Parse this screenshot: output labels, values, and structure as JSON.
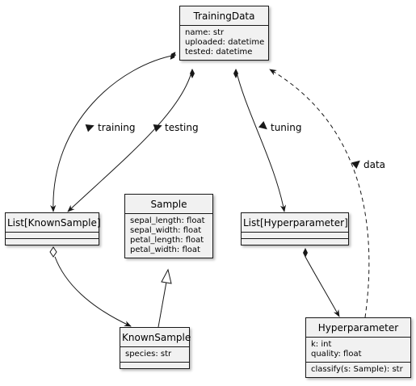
{
  "classes": {
    "training_data": {
      "name": "TrainingData",
      "attributes": [
        "name: str",
        "uploaded: datetime",
        "tested: datetime"
      ]
    },
    "sample": {
      "name": "Sample",
      "attributes": [
        "sepal_length: float",
        "sepal_width: float",
        "petal_length: float",
        "petal_width: float"
      ]
    },
    "list_known_sample": {
      "name": "List[KnownSample]"
    },
    "list_hyperparameter": {
      "name": "List[Hyperparameter]"
    },
    "known_sample": {
      "name": "KnownSample",
      "attributes": [
        "species: str"
      ]
    },
    "hyperparameter": {
      "name": "Hyperparameter",
      "attributes": [
        "k: int",
        "quality: float"
      ],
      "methods": [
        "classify(s: Sample): str"
      ]
    }
  },
  "relations": {
    "training": "training",
    "testing": "testing",
    "tuning": "tuning",
    "data": "data"
  },
  "colors": {
    "box_fill": "#f1f1f1",
    "line": "#181818"
  }
}
